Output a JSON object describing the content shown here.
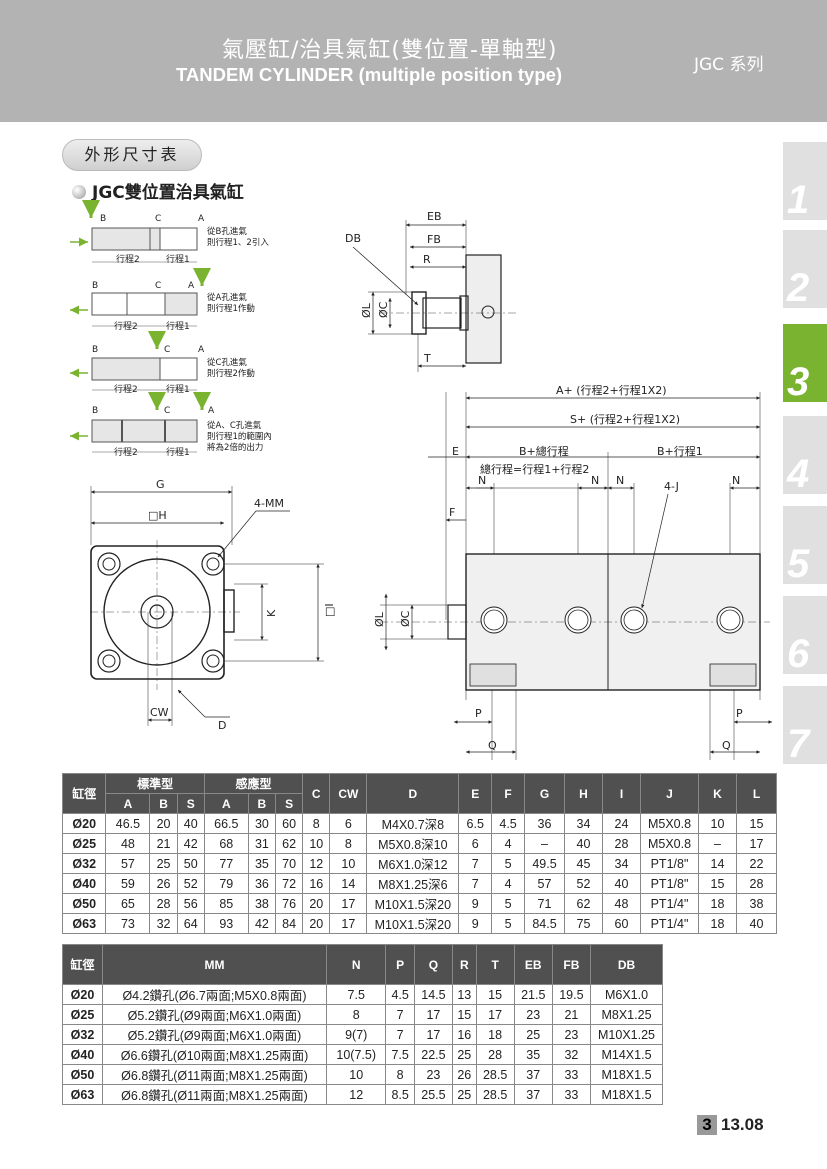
{
  "header": {
    "title_zh": "氣壓缸/治具氣缸(雙位置-單軸型)",
    "title_en": "TANDEM CYLINDER (multiple position type)",
    "series": "JGC 系列"
  },
  "side_tabs": [
    "1",
    "2",
    "3",
    "4",
    "5",
    "6",
    "7"
  ],
  "active_tab": "3",
  "section": {
    "label": "外形尺寸表",
    "subtitle": "JGC雙位置治具氣缸"
  },
  "modes": [
    {
      "ports": [
        "B",
        "C",
        "A"
      ],
      "note1": "從B孔進氣",
      "note2": "則行程1、2引入",
      "s2": "行程2",
      "s1": "行程1"
    },
    {
      "ports": [
        "B",
        "C",
        "A"
      ],
      "note1": "從A孔進氣",
      "note2": "則行程1作動",
      "s2": "行程2",
      "s1": "行程1"
    },
    {
      "ports": [
        "B",
        "C",
        "A"
      ],
      "note1": "從C孔進氣",
      "note2": "則行程2作動",
      "s2": "行程2",
      "s1": "行程1"
    },
    {
      "ports": [
        "B",
        "C",
        "A"
      ],
      "note1": "從A、C孔進氣",
      "note2": "則行程1的範圍內",
      "note3": "將為2倍的出力",
      "s2": "行程2",
      "s1": "行程1"
    }
  ],
  "front_labels": {
    "g": "G",
    "h": "□H",
    "mm": "4-MM",
    "k": "K",
    "i": "□I",
    "cw": "CW",
    "d": "D"
  },
  "rod_labels": {
    "eb": "EB",
    "fb": "FB",
    "db": "DB",
    "r": "R",
    "l": "ØL",
    "c": "ØC",
    "t": "T"
  },
  "side_labels": {
    "a": "A+ (行程2+行程1X2)",
    "s": "S+ (行程2+行程1X2)",
    "e": "E",
    "b_total": "B+總行程",
    "b_s1": "B+行程1",
    "total_stroke": "總行程=行程1+行程2",
    "n": "N",
    "j": "4-J",
    "f": "F",
    "l": "ØL",
    "c": "ØC",
    "p": "P",
    "q": "Q"
  },
  "table1": {
    "h_bore": "缸徑",
    "h_std": "標準型",
    "h_sensor": "感應型",
    "sub": [
      "A",
      "B",
      "S",
      "A",
      "B",
      "S"
    ],
    "cols": [
      "C",
      "CW",
      "D",
      "E",
      "F",
      "G",
      "H",
      "I",
      "J",
      "K",
      "L"
    ],
    "rows": [
      [
        "Ø20",
        "46.5",
        "20",
        "40",
        "66.5",
        "30",
        "60",
        "8",
        "6",
        "M4X0.7深8",
        "6.5",
        "4.5",
        "36",
        "34",
        "24",
        "M5X0.8",
        "10",
        "15"
      ],
      [
        "Ø25",
        "48",
        "21",
        "42",
        "68",
        "31",
        "62",
        "10",
        "8",
        "M5X0.8深10",
        "6",
        "4",
        "–",
        "40",
        "28",
        "M5X0.8",
        "–",
        "17"
      ],
      [
        "Ø32",
        "57",
        "25",
        "50",
        "77",
        "35",
        "70",
        "12",
        "10",
        "M6X1.0深12",
        "7",
        "5",
        "49.5",
        "45",
        "34",
        "PT1/8\"",
        "14",
        "22"
      ],
      [
        "Ø40",
        "59",
        "26",
        "52",
        "79",
        "36",
        "72",
        "16",
        "14",
        "M8X1.25深6",
        "7",
        "4",
        "57",
        "52",
        "40",
        "PT1/8\"",
        "15",
        "28"
      ],
      [
        "Ø50",
        "65",
        "28",
        "56",
        "85",
        "38",
        "76",
        "20",
        "17",
        "M10X1.5深20",
        "9",
        "5",
        "71",
        "62",
        "48",
        "PT1/4\"",
        "18",
        "38"
      ],
      [
        "Ø63",
        "73",
        "32",
        "64",
        "93",
        "42",
        "84",
        "20",
        "17",
        "M10X1.5深20",
        "9",
        "5",
        "84.5",
        "75",
        "60",
        "PT1/4\"",
        "18",
        "40"
      ]
    ]
  },
  "table2": {
    "header": [
      "缸徑",
      "MM",
      "N",
      "P",
      "Q",
      "R",
      "T",
      "EB",
      "FB",
      "DB"
    ],
    "rows": [
      [
        "Ø20",
        "Ø4.2鑽孔(Ø6.7兩面;M5X0.8兩面)",
        "7.5",
        "4.5",
        "14.5",
        "13",
        "15",
        "21.5",
        "19.5",
        "M6X1.0"
      ],
      [
        "Ø25",
        "Ø5.2鑽孔(Ø9兩面;M6X1.0兩面)",
        "8",
        "7",
        "17",
        "15",
        "17",
        "23",
        "21",
        "M8X1.25"
      ],
      [
        "Ø32",
        "Ø5.2鑽孔(Ø9兩面;M6X1.0兩面)",
        "9(7)",
        "7",
        "17",
        "16",
        "18",
        "25",
        "23",
        "M10X1.25"
      ],
      [
        "Ø40",
        "Ø6.6鑽孔(Ø10兩面;M8X1.25兩面)",
        "10(7.5)",
        "7.5",
        "22.5",
        "25",
        "28",
        "35",
        "32",
        "M14X1.5"
      ],
      [
        "Ø50",
        "Ø6.8鑽孔(Ø11兩面;M8X1.25兩面)",
        "10",
        "8",
        "23",
        "26",
        "28.5",
        "37",
        "33",
        "M18X1.5"
      ],
      [
        "Ø63",
        "Ø6.8鑽孔(Ø11兩面;M8X1.25兩面)",
        "12",
        "8.5",
        "25.5",
        "25",
        "28.5",
        "37",
        "33",
        "M18X1.5"
      ]
    ]
  },
  "page": {
    "chapter": "3",
    "number": "13.08"
  },
  "colors": {
    "header_bg": "#b3b3b3",
    "accent_green": "#7ab330",
    "table_header": "#505050"
  }
}
